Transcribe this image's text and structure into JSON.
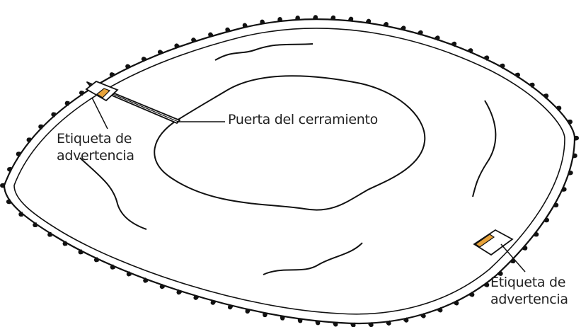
{
  "labels": {
    "gate": "Puerta del cerramiento",
    "warning_left_line1": "Etiqueta de",
    "warning_left_line2": "advertencia",
    "warning_right_line1": "Etiqueta de",
    "warning_right_line2": "advertencia"
  },
  "colors": {
    "outline": "#111111",
    "mat": "#ffffff",
    "warning_label": "#e8a33a",
    "text": "#222222"
  },
  "icons": {
    "spring_pad": "black-teardrop-spring-pad"
  }
}
